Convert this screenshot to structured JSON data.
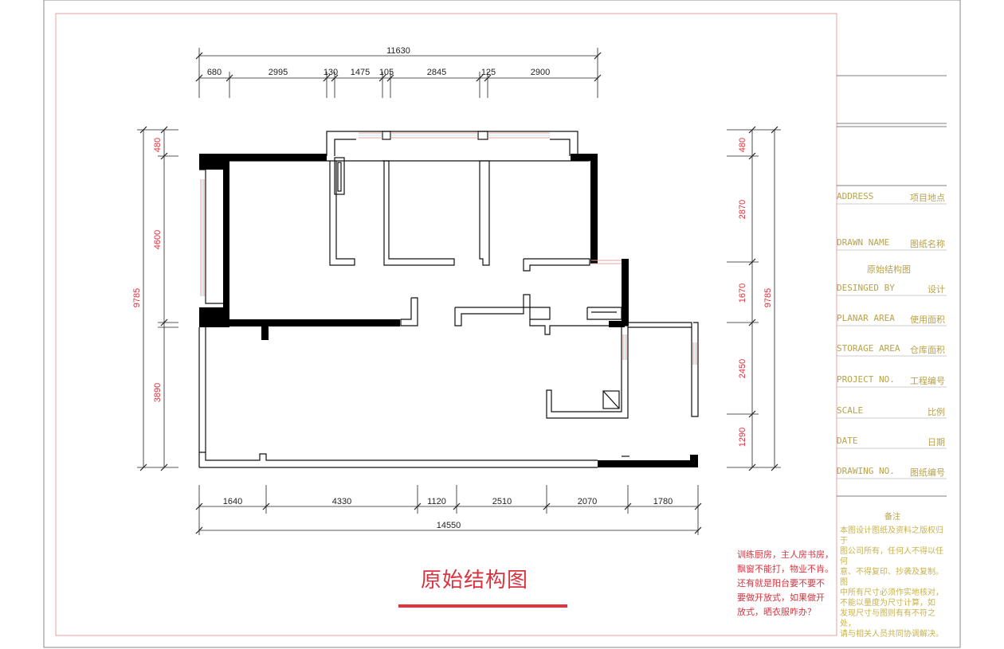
{
  "title": "原始结构图",
  "title_block": {
    "drawing_name_value": "原始结构图",
    "rows": [
      {
        "en": "ADDRESS",
        "cn": "项目地点"
      },
      {
        "en": "DRAWN NAME",
        "cn": "图纸名称"
      },
      {
        "en": "DESINGED BY",
        "cn": "设计"
      },
      {
        "en": "PLANAR AREA",
        "cn": "使用面积"
      },
      {
        "en": "STORAGE AREA",
        "cn": "仓库面积"
      },
      {
        "en": "PROJECT NO.",
        "cn": "工程编号"
      },
      {
        "en": "SCALE",
        "cn": "比例"
      },
      {
        "en": "DATE",
        "cn": "日期"
      },
      {
        "en": "DRAWING NO.",
        "cn": "图纸编号"
      }
    ],
    "notes_title": "备注",
    "notes": [
      "本图设计图纸及资料之版权归于",
      "图公司所有，任何人不得以任何",
      "意、不得复印、抄袭及复制。图",
      "中所有尺寸必须作实地核对，",
      "不能以量度为尺寸计算，如",
      "发现尺寸与图则有有不符之处，",
      "请与相关人员共同协调解决。"
    ]
  },
  "annotation": [
    "训练厨房，主人房书房，",
    "飘窗不能打，物业不肯。",
    "还有就是阳台要不要不",
    "要做开放式，如果做开",
    "放式，晒衣服咋办？"
  ],
  "dimensions": {
    "top_total": "11630",
    "top": [
      "680",
      "2995",
      "130",
      "1475",
      "105",
      "2845",
      "125",
      "2900"
    ],
    "bottom_total": "14550",
    "bottom": [
      "1640",
      "4330",
      "1120",
      "2510",
      "2070",
      "1780"
    ],
    "left_total": "9785",
    "left": [
      "480",
      "4600",
      "3890"
    ],
    "right_total": "9785",
    "right": [
      "480",
      "2870",
      "1670",
      "2450",
      "1290"
    ]
  },
  "colors": {
    "border": "#e8a0a0",
    "dimension_red": "#d9333f",
    "title_block_text": "#b8a24a",
    "wall": "#000000",
    "window": "#e6a3a3"
  }
}
